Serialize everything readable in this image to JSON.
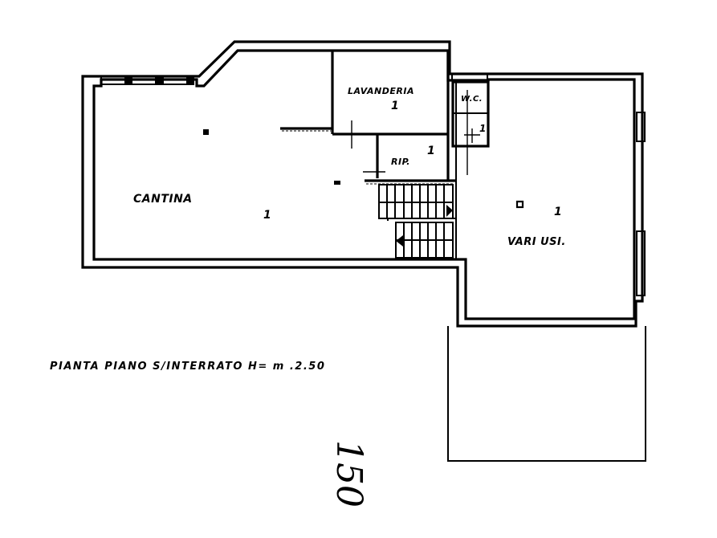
{
  "drawing": {
    "type": "floor-plan",
    "caption": "PIANTA PIANO S/INTERRATO H= m .2.50",
    "handwritten_note": "150",
    "rooms": [
      {
        "id": "cantina",
        "label": "CANTINA",
        "marker": "1"
      },
      {
        "id": "lavanderia",
        "label": "LAVANDERIA",
        "marker": "1"
      },
      {
        "id": "rip",
        "label": "RIP.",
        "marker": "1"
      },
      {
        "id": "wc",
        "label": "W.C.",
        "marker": "1"
      },
      {
        "id": "vari-usi",
        "label": "VARI USI.",
        "marker": "1"
      }
    ],
    "elements": {
      "staircase": "two-flight-stair",
      "windows": "window-openings"
    }
  }
}
